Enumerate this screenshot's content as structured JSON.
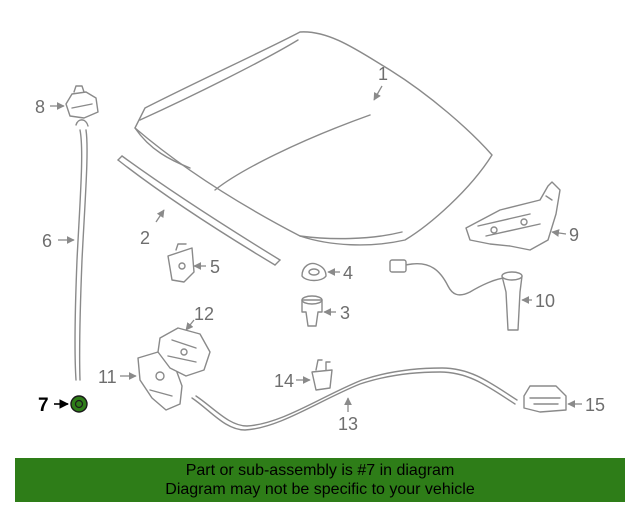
{
  "diagram": {
    "callouts": [
      {
        "id": "1",
        "label": "1"
      },
      {
        "id": "2",
        "label": "2"
      },
      {
        "id": "3",
        "label": "3"
      },
      {
        "id": "4",
        "label": "4"
      },
      {
        "id": "5",
        "label": "5"
      },
      {
        "id": "6",
        "label": "6"
      },
      {
        "id": "7",
        "label": "7"
      },
      {
        "id": "8",
        "label": "8"
      },
      {
        "id": "9",
        "label": "9"
      },
      {
        "id": "10",
        "label": "10"
      },
      {
        "id": "11",
        "label": "11"
      },
      {
        "id": "12",
        "label": "12"
      },
      {
        "id": "13",
        "label": "13"
      },
      {
        "id": "14",
        "label": "14"
      },
      {
        "id": "15",
        "label": "15"
      }
    ],
    "highlighted_part": "7",
    "highlight_color": "#2e7d18",
    "line_color": "#8a8a8a"
  },
  "banner": {
    "line1": "Part or sub-assembly is #7 in diagram",
    "line2": "Diagram may not be specific to your vehicle",
    "background": "#2e7d18"
  }
}
